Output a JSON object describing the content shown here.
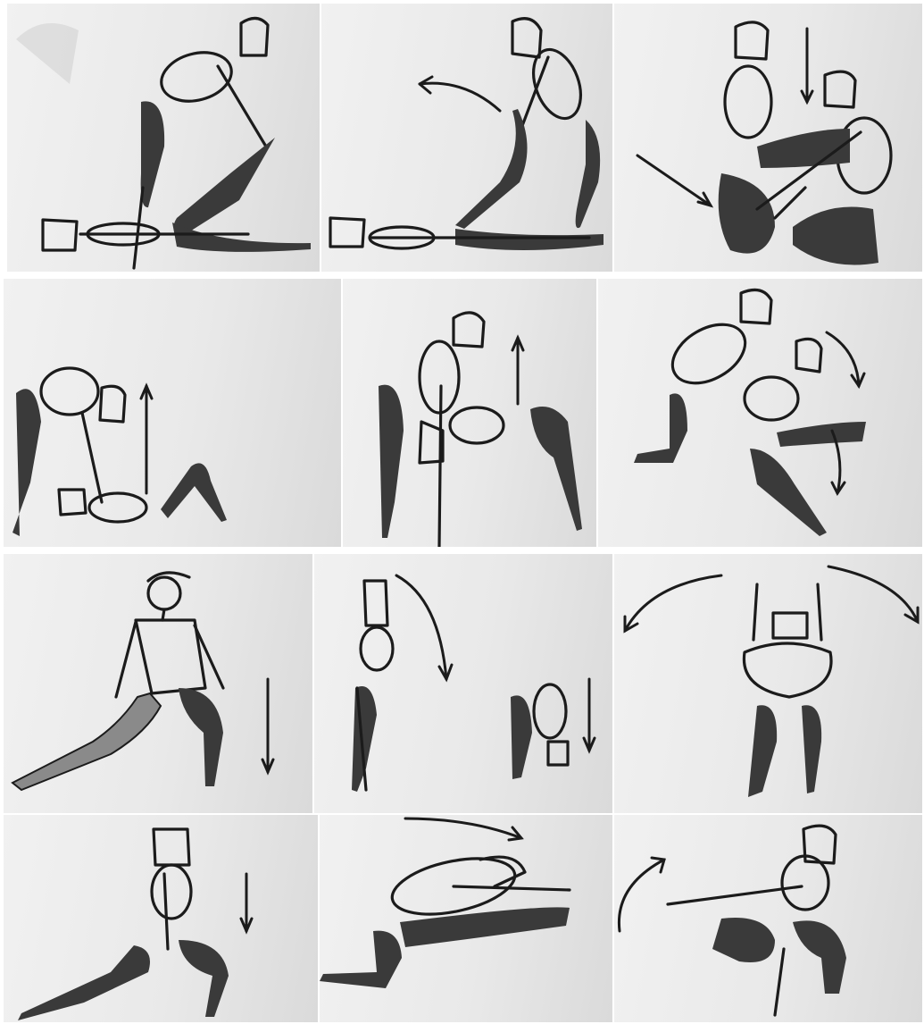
{
  "sheet": {
    "description_visible_text": "",
    "panels": [
      {
        "id": "r1c1",
        "figure": "kneeling-lunge-stretch",
        "arrow": "none"
      },
      {
        "id": "r1c2",
        "figure": "seated-lean-back",
        "arrow": "curved-left"
      },
      {
        "id": "r1c3",
        "figure": "kneeling-forward-fold-sequence",
        "arrow": "diagonal-down-and-down"
      },
      {
        "id": "r2c1",
        "figure": "wide-stance-forward-bend",
        "arrow": "up"
      },
      {
        "id": "r2c2",
        "figure": "standing-forward-bend-with-leg-lift",
        "arrow": "up"
      },
      {
        "id": "r2c3",
        "figure": "kneeling-to-lying-sequence",
        "arrow": "curved-down"
      },
      {
        "id": "r3c1",
        "figure": "side-lunge-squat",
        "arrow": "down"
      },
      {
        "id": "r3c2",
        "figure": "standing-bend-sequence",
        "arrow": "curved-down-and-down"
      },
      {
        "id": "r3c3",
        "figure": "standing-front-view-twist",
        "arrow": "double-curved"
      },
      {
        "id": "r4c1",
        "figure": "side-lunge",
        "arrow": "down"
      },
      {
        "id": "r4c2",
        "figure": "kneeling-forward-reach",
        "arrow": "curved-right"
      },
      {
        "id": "r4c3",
        "figure": "squat-with-arm-reach",
        "arrow": "curved-up"
      }
    ],
    "colors": {
      "ink": "#1b1b1b",
      "limb": "#3a3a3a",
      "paper": "#eeeeee"
    }
  }
}
